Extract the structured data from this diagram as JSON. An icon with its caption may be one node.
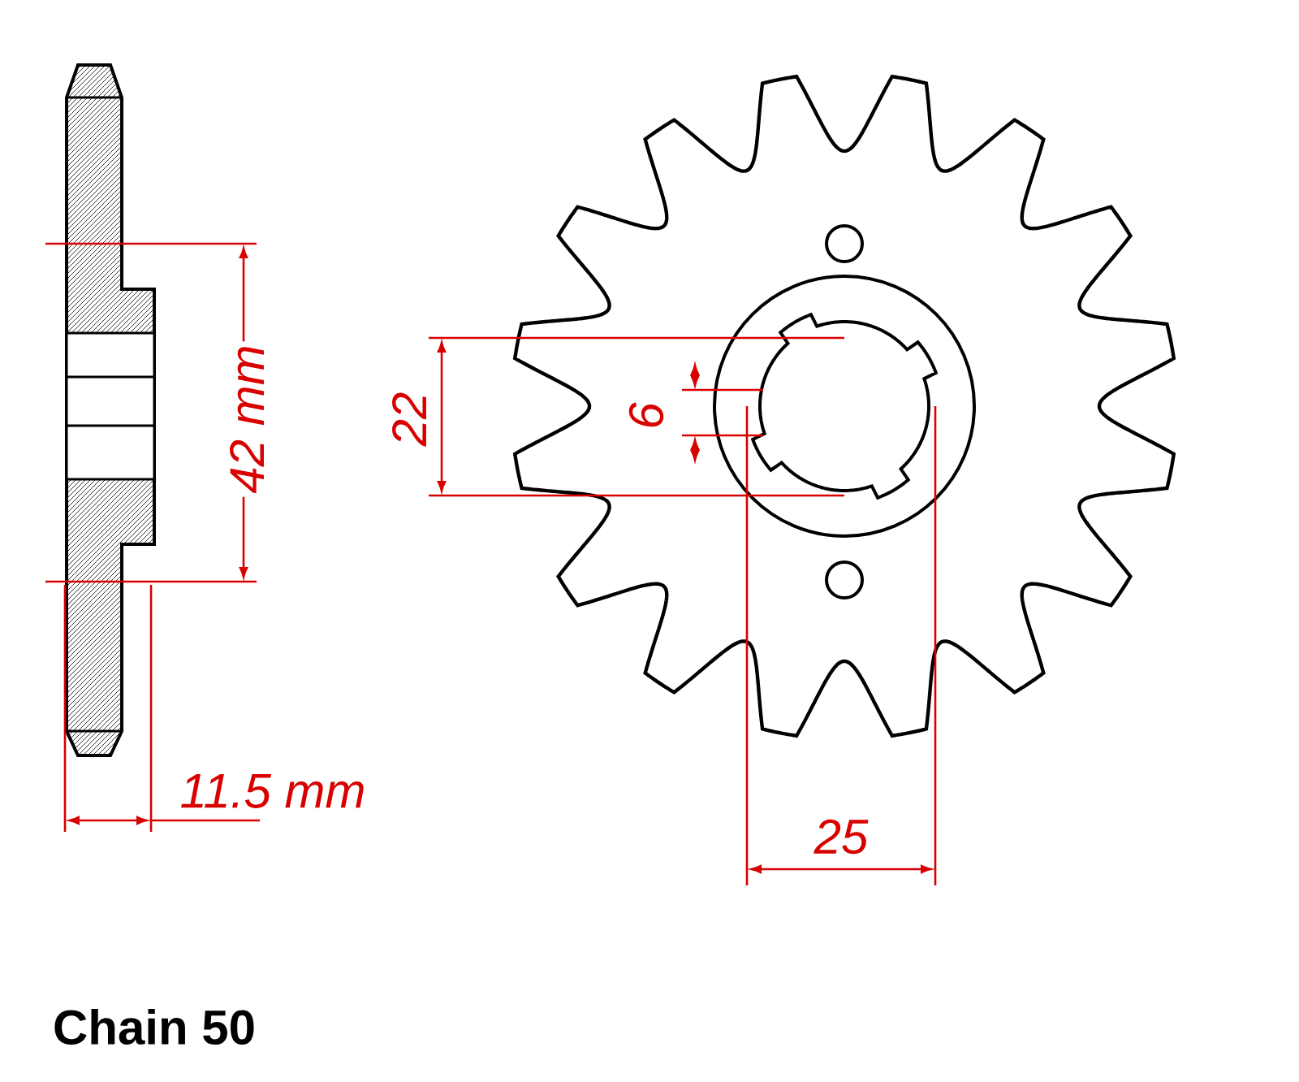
{
  "diagram": {
    "labels": [
      "42 mm",
      "22",
      "6",
      "11.5 mm",
      "25",
      "Chain 50"
    ]
  }
}
